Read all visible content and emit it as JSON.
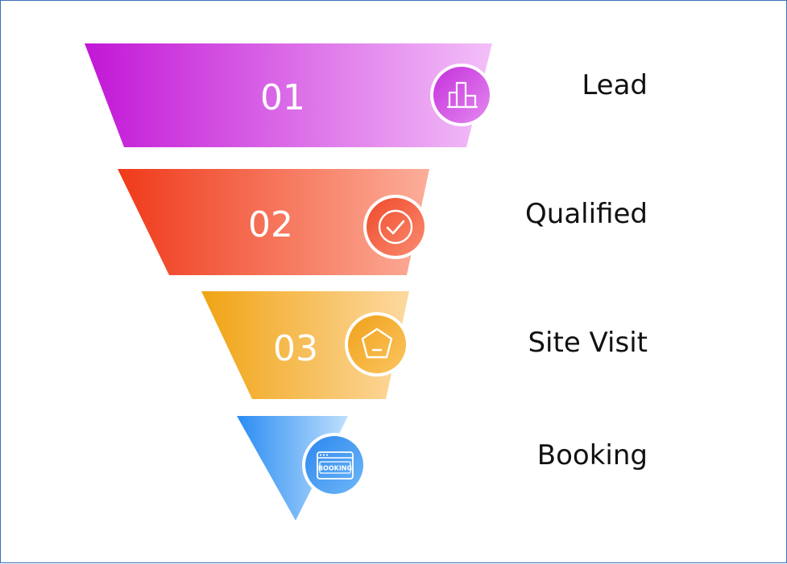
{
  "stages": [
    {
      "number": "01",
      "label": "Lead",
      "icon": "bar-chart-icon",
      "color_start": "#c217d6",
      "color_end": "#f0b6f7"
    },
    {
      "number": "02",
      "label": "Qualified",
      "icon": "check-circle-icon",
      "color_start": "#ef3f1f",
      "color_end": "#fca893"
    },
    {
      "number": "03",
      "label": "Site Visit",
      "icon": "pentagon-icon",
      "color_start": "#f0a61c",
      "color_end": "#fdd69a"
    },
    {
      "number": "",
      "label": "Booking",
      "icon": "booking-browser-icon",
      "icon_text": "BOOKING",
      "color_start": "#2b8ff2",
      "color_end": "#b6dcfb"
    }
  ]
}
